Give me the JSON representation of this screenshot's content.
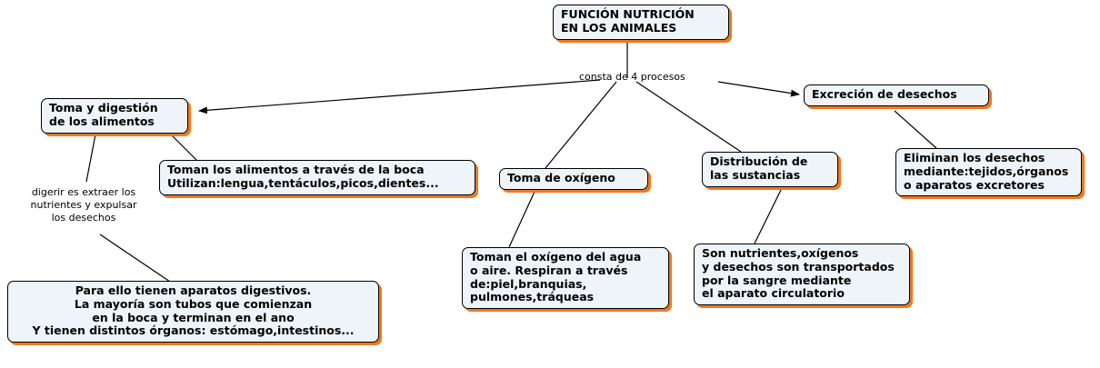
{
  "diagram": {
    "title": "FUNCIÓN NUTRICIÓN EN LOS ANIMALES",
    "nodes": {
      "title": "FUNCIÓN NUTRICIÓN\nEN LOS ANIMALES",
      "toma_digestion": "Toma y digestión\nde los alimentos",
      "excrecion": "Excreción de desechos",
      "toman_alimentos": "Toman los alimentos a través de la boca\nUtilizan:lengua,tentáculos,picos,dientes...",
      "toma_oxigeno": "Toma de oxígeno",
      "distribucion": "Distribución de\nlas sustancias",
      "eliminan": "Eliminan los desechos\nmediante:tejidos,órganos\n o aparatos excretores",
      "toman_oxigeno": "Toman el oxígeno del agua\no aire. Respiran a través\nde:piel,branquias,\npulmones,tráqueas",
      "nutrientes": "Son nutrientes,oxígenos\ny desechos son transportados\npor la sangre mediante\nel aparato circulatorio",
      "aparatos": "Para ello tienen aparatos digestivos.\nLa mayoría son tubos que comienzan\nen la boca y terminan en el ano\nY tienen distintos órganos: estómago,intestinos..."
    },
    "labels": {
      "consta": "consta de 4 procesos",
      "digerir": "digerir es extraer los\nnutrientes y expulsar\nlos desechos"
    },
    "colors": {
      "node_fill": "#eef4f8",
      "node_border": "#000000",
      "node_shadow": "#f07820",
      "text": "#000000",
      "connector": "#000000"
    }
  }
}
